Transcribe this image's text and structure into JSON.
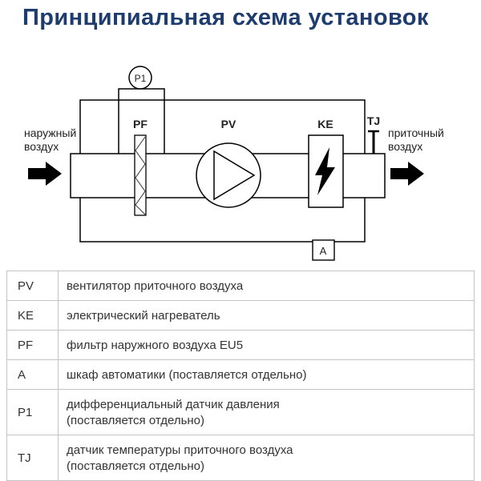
{
  "title": "Принципиальная схема установок",
  "colors": {
    "title": "#1e3c6e",
    "text": "#333333",
    "table_border": "#c4c4c4",
    "diagram_stroke": "#000000"
  },
  "diagram": {
    "labels": {
      "outside_air_line1": "наружный",
      "outside_air_line2": "воздух",
      "supply_air_line1": "приточный",
      "supply_air_line2": "воздух",
      "filter": "PF",
      "fan": "PV",
      "heater": "KE",
      "temp_sensor": "TJ",
      "pressure_sensor": "P1",
      "automation_box": "A"
    }
  },
  "legend_table": {
    "rows": [
      {
        "symbol": "PV",
        "line1": "вентилятор приточного воздуха",
        "line2": ""
      },
      {
        "symbol": "KE",
        "line1": "электрический нагреватель",
        "line2": ""
      },
      {
        "symbol": "PF",
        "line1": "фильтр наружного воздуха EU5",
        "line2": ""
      },
      {
        "symbol": "A",
        "line1": "шкаф автоматики (поставляется отдельно)",
        "line2": ""
      },
      {
        "symbol": "P1",
        "line1": "дифференциальный датчик давления",
        "line2": "(поставляется отдельно)"
      },
      {
        "symbol": "TJ",
        "line1": "датчик температуры приточного воздуха",
        "line2": "(поставляется отдельно)"
      }
    ]
  }
}
